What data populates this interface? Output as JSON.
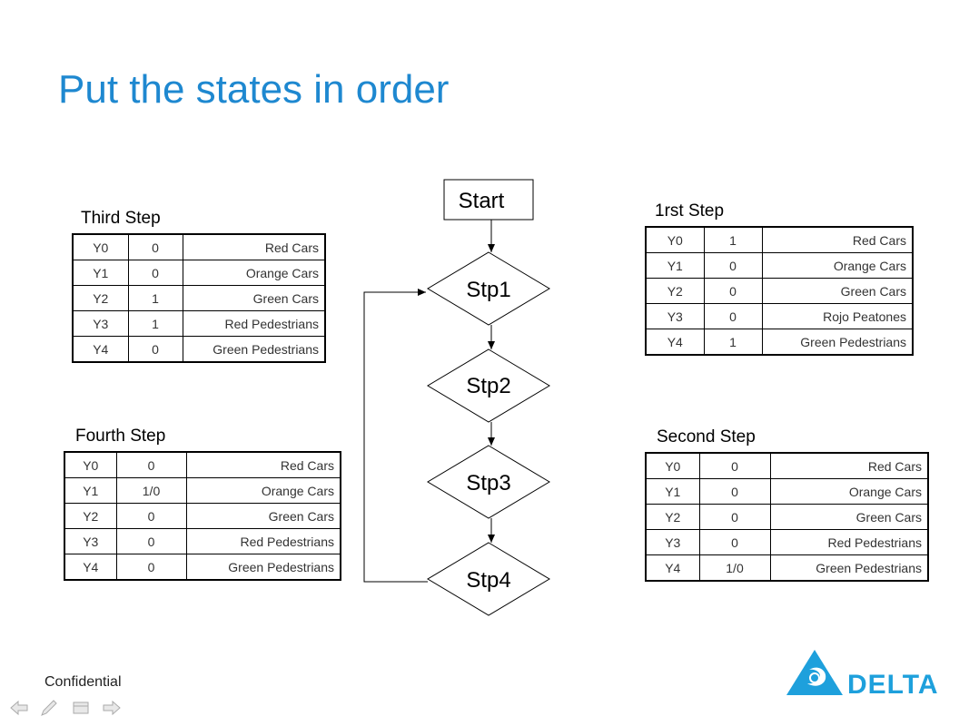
{
  "title": "Put the states in order",
  "footer": {
    "confidential": "Confidential",
    "logo_text": "DELTA"
  },
  "tables": {
    "third": {
      "label": "Third Step",
      "rows": [
        [
          "Y0",
          "0",
          "Red Cars"
        ],
        [
          "Y1",
          "0",
          "Orange Cars"
        ],
        [
          "Y2",
          "1",
          "Green Cars"
        ],
        [
          "Y3",
          "1",
          "Red Pedestrians"
        ],
        [
          "Y4",
          "0",
          "Green Pedestrians"
        ]
      ]
    },
    "first": {
      "label": "1rst Step",
      "rows": [
        [
          "Y0",
          "1",
          "Red Cars"
        ],
        [
          "Y1",
          "0",
          "Orange Cars"
        ],
        [
          "Y2",
          "0",
          "Green Cars"
        ],
        [
          "Y3",
          "0",
          "Rojo Peatones"
        ],
        [
          "Y4",
          "1",
          "Green Pedestrians"
        ]
      ]
    },
    "fourth": {
      "label": "Fourth Step",
      "rows": [
        [
          "Y0",
          "0",
          "Red Cars"
        ],
        [
          "Y1",
          "1/0",
          "Orange Cars"
        ],
        [
          "Y2",
          "0",
          "Green Cars"
        ],
        [
          "Y3",
          "0",
          "Red Pedestrians"
        ],
        [
          "Y4",
          "0",
          "Green Pedestrians"
        ]
      ]
    },
    "second": {
      "label": "Second Step",
      "rows": [
        [
          "Y0",
          "0",
          "Red Cars"
        ],
        [
          "Y1",
          "0",
          "Orange Cars"
        ],
        [
          "Y2",
          "0",
          "Green Cars"
        ],
        [
          "Y3",
          "0",
          "Red Pedestrians"
        ],
        [
          "Y4",
          "1/0",
          "Green Pedestrians"
        ]
      ]
    }
  },
  "flowchart": {
    "start": "Start",
    "steps": [
      "Stp1",
      "Stp2",
      "Stp3",
      "Stp4"
    ]
  },
  "icons": {
    "nav": [
      "back-arrow-icon",
      "pen-icon",
      "menu-icon",
      "forward-arrow-icon"
    ],
    "logo_color": "#1ea0dc"
  }
}
